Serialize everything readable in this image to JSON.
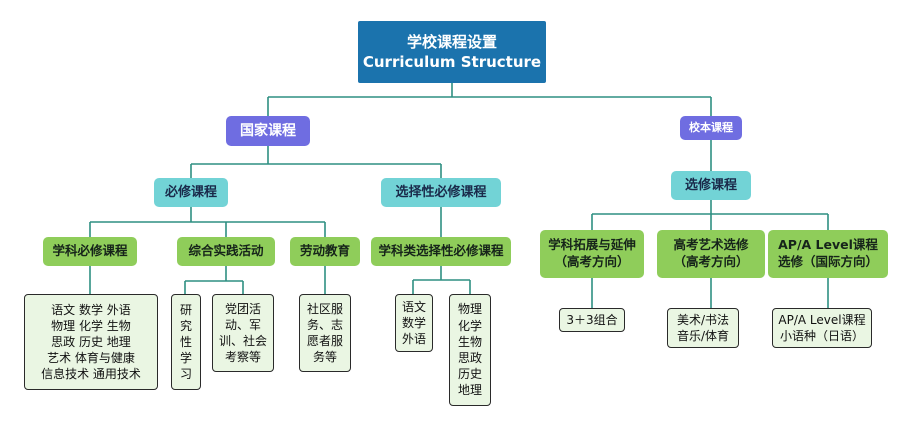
{
  "root": {
    "title_cn": "学校课程设置",
    "title_en": "Curriculum Structure"
  },
  "level1": {
    "national": "国家课程",
    "school": "校本课程"
  },
  "level2": {
    "compulsory": "必修课程",
    "selective_compulsory": "选择性必修课程",
    "elective": "选修课程"
  },
  "level3": {
    "subject_compulsory": "学科必修课程",
    "practice": "综合实践活动",
    "labor": "劳动教育",
    "subject_selective": "学科类选择性必修课程",
    "extension": [
      "学科拓展与延伸",
      "（高考方向）"
    ],
    "art": [
      "高考艺术选修",
      "（高考方向）"
    ],
    "ap": [
      "AP/A Level课程",
      "选修（国际方向）"
    ]
  },
  "leaves": {
    "subjects": [
      "语文 数学 外语",
      "物理 化学 生物",
      "思政 历史 地理",
      "艺术 体育与健康",
      "信息技术 通用技术"
    ],
    "research": [
      "研",
      "究",
      "性",
      "学",
      "习"
    ],
    "party": [
      "党团活",
      "动、军",
      "训、社会",
      "考察等"
    ],
    "community": [
      "社区服",
      "务、志",
      "愿者服",
      "务等"
    ],
    "lang_math": [
      "语文",
      "数学",
      "外语"
    ],
    "sciences": [
      "物理",
      "化学",
      "生物",
      "思政",
      "历史",
      "地理"
    ],
    "combo": "3＋3组合",
    "arts": [
      "美术/书法",
      "音乐/体育"
    ],
    "ap_lang": [
      "AP/A Level课程",
      "小语种（日语）"
    ]
  },
  "colors": {
    "root": "#1b73ad",
    "level1": "#6f6de1",
    "level2": "#72d3d6",
    "level3": "#8fcd5a",
    "leaf": "#eaf6e3",
    "connector": "#2e8f82"
  }
}
